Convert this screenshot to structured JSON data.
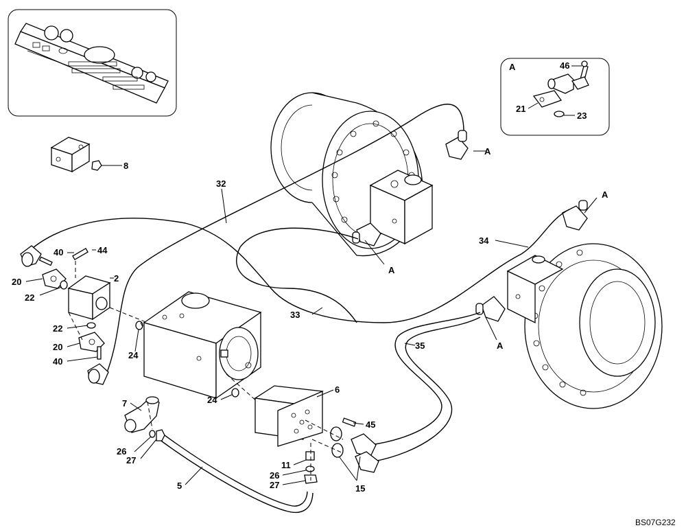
{
  "drawing_code": "BS07G232",
  "detail": {
    "letter": "A",
    "labels": [
      "46",
      "21",
      "23"
    ]
  },
  "callouts": {
    "c8": "8",
    "c32": "32",
    "c33": "33",
    "c34": "34",
    "c35": "35",
    "c40a": "40",
    "c44": "44",
    "c20a": "20",
    "c2": "2",
    "c22a": "22",
    "c22b": "22",
    "c20b": "20",
    "c40b": "40",
    "c24a": "24",
    "c24b": "24",
    "c7": "7",
    "c26a": "26",
    "c27a": "27",
    "c5": "5",
    "c6": "6",
    "c45": "45",
    "c11": "11",
    "c26b": "26",
    "c27b": "27",
    "c15": "15",
    "a1": "A",
    "a2": "A",
    "a3": "A",
    "a4": "A"
  }
}
